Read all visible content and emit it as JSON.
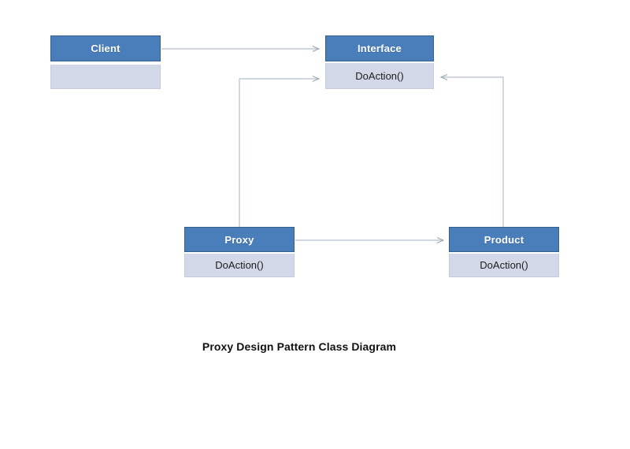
{
  "diagram": {
    "caption": "Proxy Design Pattern Class Diagram",
    "background_color": "#ffffff",
    "header_color": "#4a7ebb",
    "header_border_color": "#36618f",
    "body_color": "#d3d8e8",
    "body_border_color": "#c5cbdd",
    "connector_color": "#b3bfcb",
    "classes": [
      {
        "id": "client",
        "name": "Client",
        "members": [
          ""
        ],
        "has_empty_compartment": true
      },
      {
        "id": "interface",
        "name": "Interface",
        "members": [
          "DoAction()"
        ],
        "has_empty_compartment": false
      },
      {
        "id": "proxy",
        "name": "Proxy",
        "members": [
          "DoAction()"
        ],
        "has_empty_compartment": false
      },
      {
        "id": "product",
        "name": "Product",
        "members": [
          "DoAction()"
        ],
        "has_empty_compartment": false
      }
    ],
    "connectors": [
      {
        "id": "client-to-interface",
        "from": "Client",
        "to": "Interface",
        "arrow": "open"
      },
      {
        "id": "proxy-to-interface",
        "from": "Proxy",
        "to": "Interface",
        "arrow": "open"
      },
      {
        "id": "product-to-interface",
        "from": "Product",
        "to": "Interface",
        "arrow": "open"
      },
      {
        "id": "proxy-to-product",
        "from": "Proxy",
        "to": "Product",
        "arrow": "open"
      }
    ]
  }
}
